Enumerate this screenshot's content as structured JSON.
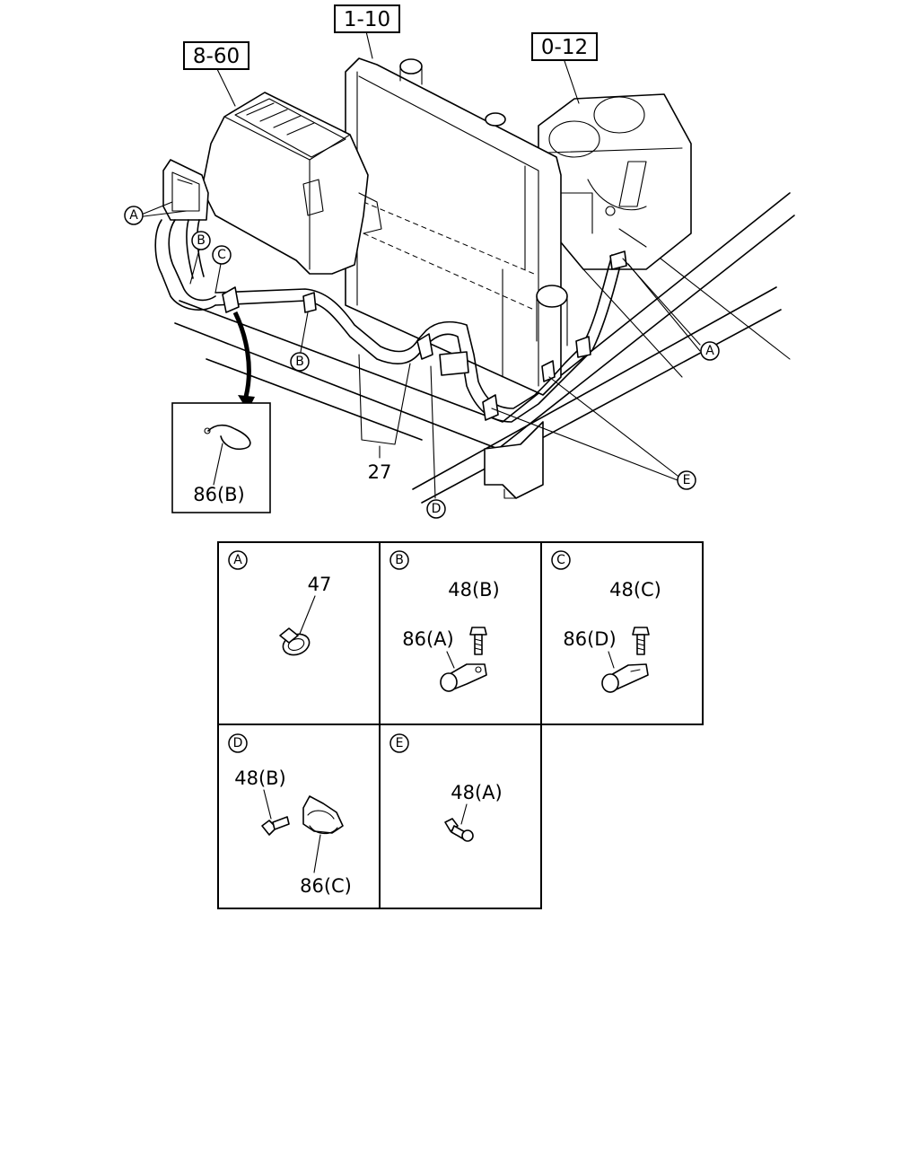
{
  "references": {
    "heater_unit": "8-60",
    "radiator": "1-10",
    "engine": "0-12"
  },
  "main_callouts": {
    "a_left": "A",
    "b_top": "B",
    "c_top": "C",
    "b_bottom": "B",
    "a_right": "A",
    "e_right": "E",
    "d_bottom": "D",
    "hose": "27"
  },
  "inset": {
    "clip_label": "86(B)"
  },
  "detail_panels": {
    "a": {
      "letter": "A",
      "part1": "47"
    },
    "b": {
      "letter": "B",
      "bolt": "48(B)",
      "clip": "86(A)"
    },
    "c": {
      "letter": "C",
      "bolt": "48(C)",
      "clip": "86(D)"
    },
    "d": {
      "letter": "D",
      "bolt": "48(B)",
      "clip": "86(C)"
    },
    "e": {
      "letter": "E",
      "bolt": "48(A)"
    }
  }
}
